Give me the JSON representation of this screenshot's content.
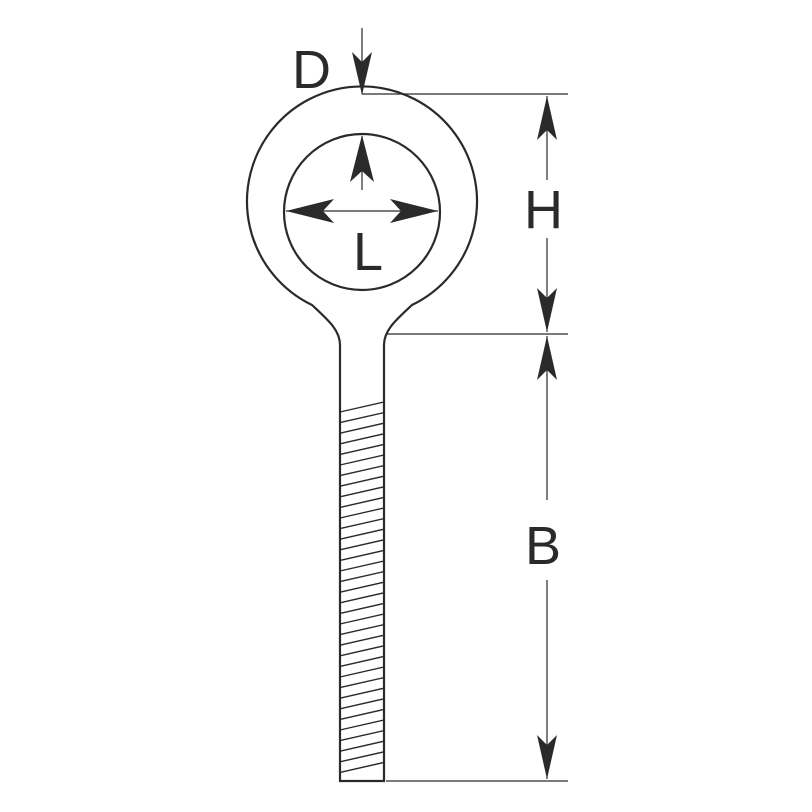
{
  "diagram": {
    "dimension_labels": {
      "D": "D",
      "H": "H",
      "L": "L",
      "B": "B"
    },
    "ink_color": "#2a2a2a",
    "background_color": "#ffffff"
  }
}
